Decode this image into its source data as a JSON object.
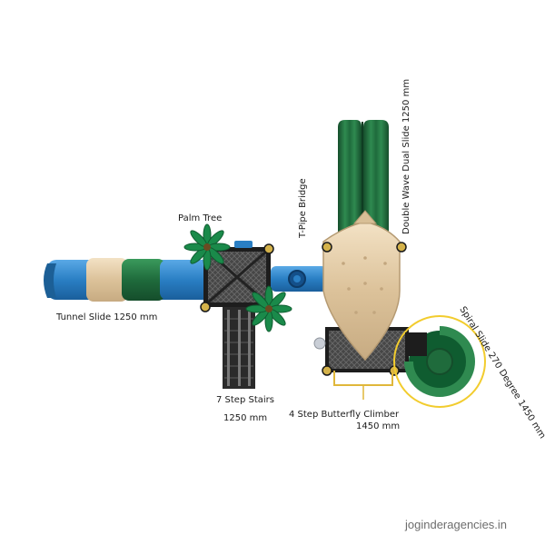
{
  "labels": {
    "palm_tree": "Palm Tree",
    "t_pipe_bridge": "T-Pipe Bridge",
    "double_wave_slide": "Double Wave Dual Slide 1250 mm",
    "tunnel_slide": "Tunnel Slide 1250 mm",
    "spiral_slide": "Spiral Slide 270 Degree 1450 mm",
    "stairs": "7 Step Stairs",
    "stairs_size": "1250 mm",
    "butterfly_climber": "4 Step Butterfly Climber",
    "butterfly_size": "1450 mm"
  },
  "watermark": "joginderagencies.in",
  "colors": {
    "tunnel_blue": "#2a7fc4",
    "slide_green": "#1f6b3c",
    "tan": "#e7cfa8",
    "deck": "#3a3a3a",
    "yellow": "#f2cc2e",
    "palm": "#1a8a4a"
  }
}
